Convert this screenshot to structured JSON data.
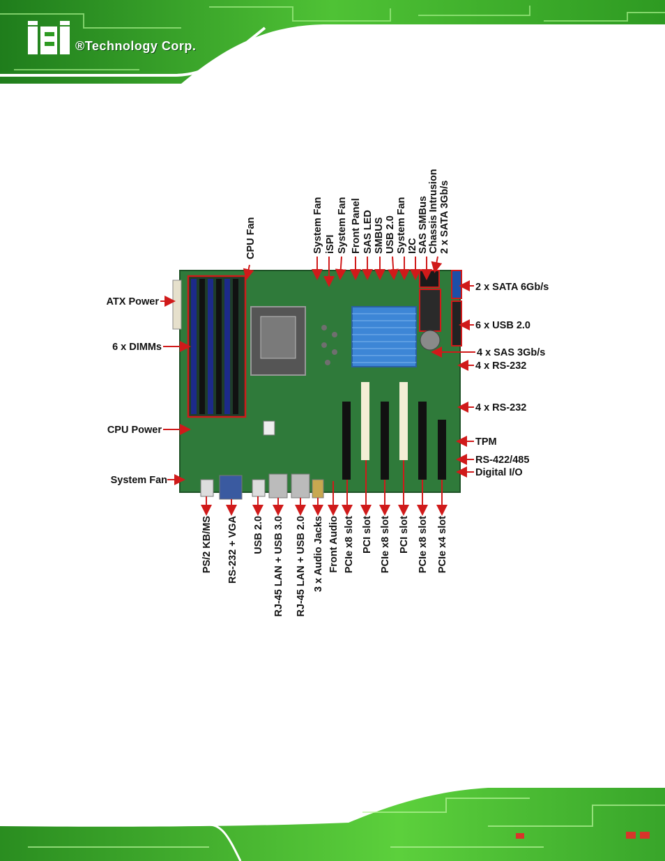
{
  "brand": {
    "name": "®Technology Corp.",
    "logo": "iEi"
  },
  "colors": {
    "arrow": "#d01a1a",
    "pcb": "#2f7a3a",
    "heatsink": "#3d86d6",
    "dimm_blue": "#1c2a8a",
    "banner_green": "#3fae2a"
  },
  "labels": {
    "top": [
      "CPU Fan",
      "System Fan",
      "iSPI",
      "System Fan",
      "Front Panel",
      "SAS LED",
      "SMBUS",
      "USB 2.0",
      "System Fan",
      "I2C",
      "SAS SMBus",
      "Chassis Intrusion",
      "2 x SATA 3Gb/s"
    ],
    "left": [
      "ATX Power",
      "6 x DIMMs",
      "CPU Power",
      "System Fan"
    ],
    "right": [
      "2 x SATA 6Gb/s",
      "6 x USB 2.0",
      "4 x SAS 3Gb/s",
      "4 x RS-232",
      "4 x RS-232",
      "TPM",
      "RS-422/485",
      "Digital I/O"
    ],
    "bottom": [
      "PS/2 KB/MS",
      "RS-232 + VGA",
      "USB 2.0",
      "RJ-45  LAN + USB 3.0",
      "RJ-45  LAN + USB 2.0",
      "3 x Audio Jacks",
      "Front Audio",
      "PCIe x8 slot",
      "PCI slot",
      "PCIe x8 slot",
      "PCI slot",
      "PCIe x8 slot",
      "PCIe x4 slot"
    ]
  }
}
